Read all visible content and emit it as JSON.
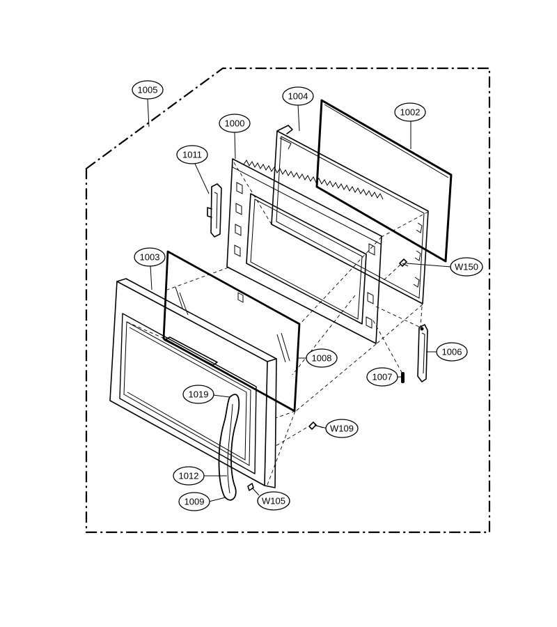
{
  "callouts": [
    {
      "id": "c1005",
      "label": "1005"
    },
    {
      "id": "c1004",
      "label": "1004"
    },
    {
      "id": "c1002",
      "label": "1002"
    },
    {
      "id": "c1000",
      "label": "1000"
    },
    {
      "id": "c1011",
      "label": "1011"
    },
    {
      "id": "c1003",
      "label": "1003"
    },
    {
      "id": "cW150",
      "label": "W150"
    },
    {
      "id": "c1006",
      "label": "1006"
    },
    {
      "id": "c1008",
      "label": "1008"
    },
    {
      "id": "c1007",
      "label": "1007"
    },
    {
      "id": "c1019",
      "label": "1019"
    },
    {
      "id": "cW109",
      "label": "W109"
    },
    {
      "id": "c1012",
      "label": "1012"
    },
    {
      "id": "c1009",
      "label": "1009"
    },
    {
      "id": "cW105",
      "label": "W105"
    }
  ]
}
